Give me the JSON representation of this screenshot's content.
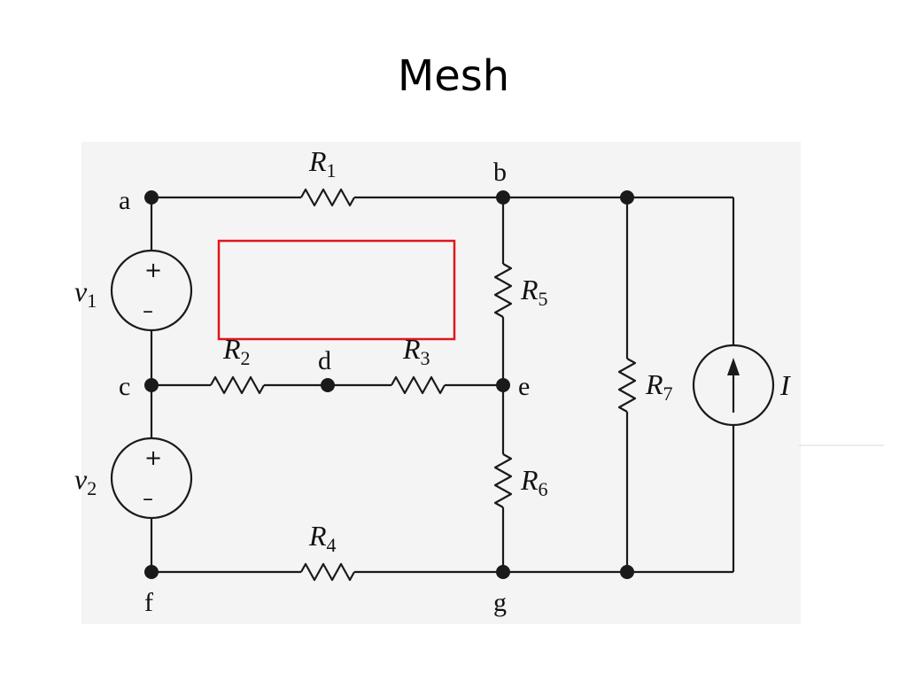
{
  "slide": {
    "title": "Mesh"
  },
  "nodes": {
    "a": "a",
    "b": "b",
    "c": "c",
    "d": "d",
    "e": "e",
    "f": "f",
    "g": "g"
  },
  "components": {
    "R1": {
      "symbol": "R",
      "sub": "1"
    },
    "R2": {
      "symbol": "R",
      "sub": "2"
    },
    "R3": {
      "symbol": "R",
      "sub": "3"
    },
    "R4": {
      "symbol": "R",
      "sub": "4"
    },
    "R5": {
      "symbol": "R",
      "sub": "5"
    },
    "R6": {
      "symbol": "R",
      "sub": "6"
    },
    "R7": {
      "symbol": "R",
      "sub": "7"
    },
    "v1": {
      "symbol": "v",
      "sub": "1",
      "plus": "+",
      "minus": "–"
    },
    "v2": {
      "symbol": "v",
      "sub": "2",
      "plus": "+",
      "minus": "–"
    },
    "I": {
      "symbol": "I"
    }
  },
  "colors": {
    "panel_background": "#f4f4f4",
    "wire": "#1a1a1a",
    "highlight_box": "#e0161b"
  }
}
